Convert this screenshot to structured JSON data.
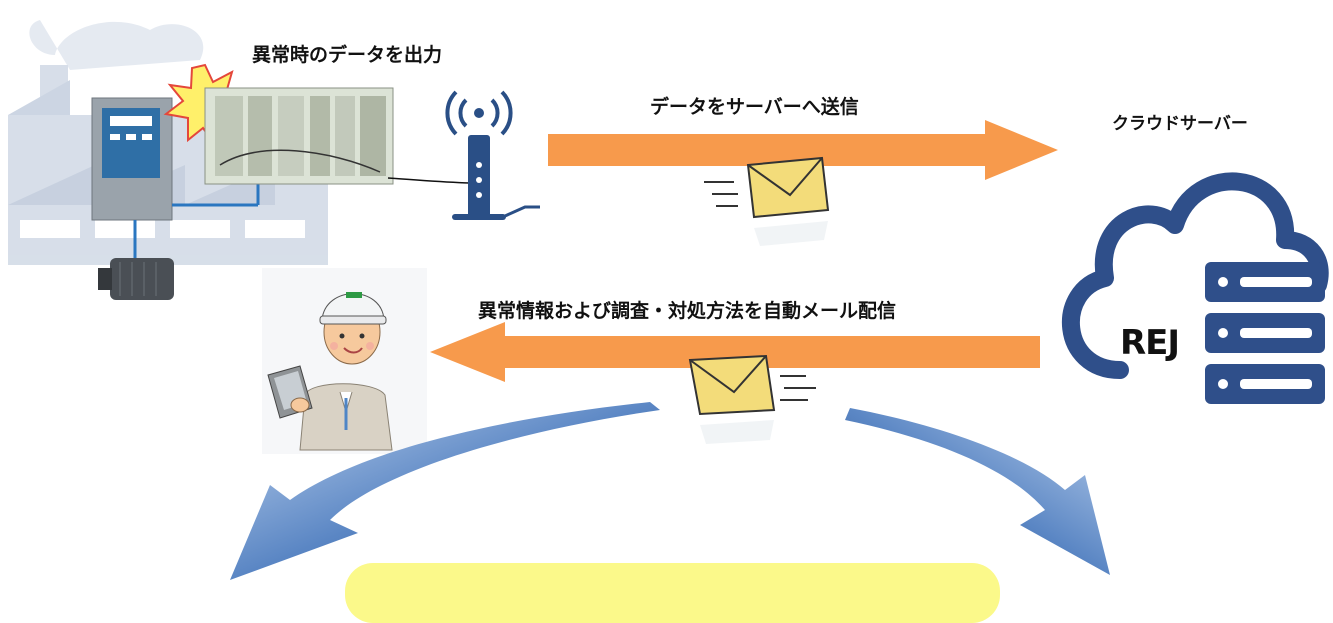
{
  "labels": {
    "output": "異常時のデータを出力",
    "send": "データをサーバーへ送信",
    "cloud": "クラウドサーバー",
    "mail": "異常情報および調査・対処方法を自動メール配信",
    "brand": "REJ"
  },
  "colors": {
    "arrow_orange": "#f79a4c",
    "cloud_blue": "#2f4f8a",
    "curve_blue": "#2c5c9e",
    "envelope": "#f3dc7a",
    "result_box": "#fbf98a",
    "factory": "#cfd8e6"
  },
  "icons": [
    "factory-icon",
    "inverter-icon",
    "warning-burst-icon",
    "plc-rack-icon",
    "router-icon",
    "envelope-icon",
    "cloud-server-icon",
    "worker-tablet-icon",
    "motor-icon"
  ]
}
